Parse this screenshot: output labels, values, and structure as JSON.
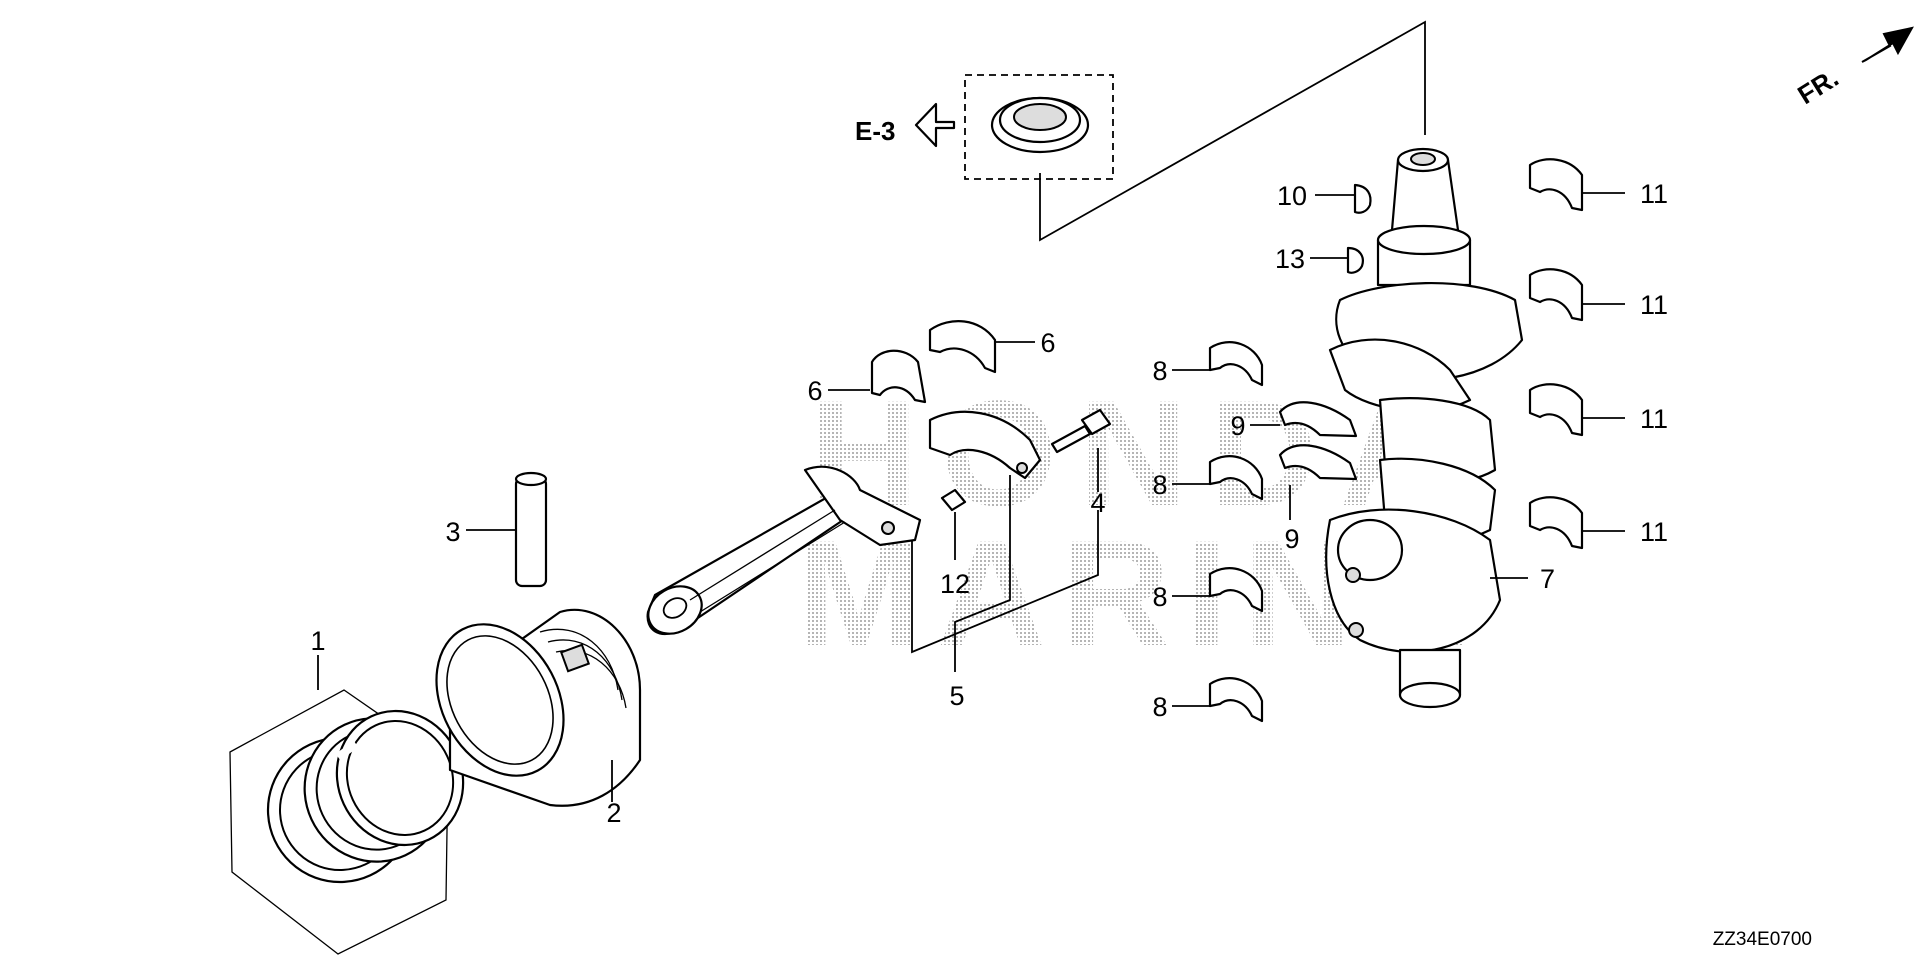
{
  "reference_label": "E-3",
  "direction_label": "FR.",
  "diagram_code": "ZZ34E0700",
  "callouts": {
    "c1": "1",
    "c2": "2",
    "c3": "3",
    "c4": "4",
    "c5": "5",
    "c6a": "6",
    "c6b": "6",
    "c7": "7",
    "c8a": "8",
    "c8b": "8",
    "c8c": "8",
    "c8d": "8",
    "c9a": "9",
    "c9b": "9",
    "c10": "10",
    "c11a": "11",
    "c11b": "11",
    "c11c": "11",
    "c11d": "11",
    "c12": "12",
    "c13": "13"
  },
  "watermark": {
    "line1": "HONDA",
    "line2": "MARINE"
  }
}
